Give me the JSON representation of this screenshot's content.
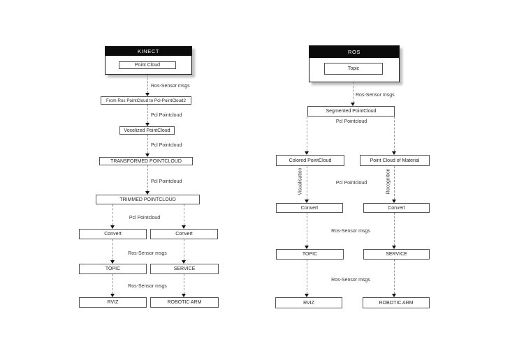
{
  "colors": {
    "header_bg": "#0b0b0b",
    "header_text": "#ffffff",
    "box_border": "#555555",
    "dash_line": "#979797",
    "arrowhead": "#111111",
    "text": "#262626",
    "shadow": "#bfbfbf",
    "background": "#ffffff"
  },
  "left": {
    "source_title": "KINECT",
    "source_port": "Point Cloud",
    "edges": {
      "e1": "Ros-Sensor msgs",
      "e2": "Pcl Pointcloud",
      "e3": "Pcl Pointcloud",
      "e4": "Pcl Pointcloud",
      "e5": "Pcl Pointcloud",
      "e6": "Ros-Sensor msgs",
      "e7": "Ros-Sensor msgs"
    },
    "nodes": {
      "convert_from_ros": "From Ros PointCloud to Pcl-PointCloud2",
      "voxelized": "Voxelized PointCloud",
      "transformed": "TRANSFORMED POINTCLOUD",
      "trimmed": "TRIMMED POINTCLOUD",
      "convert_a": "Convert",
      "convert_b": "Convert",
      "topic": "TOPIC",
      "service": "SERVICE",
      "rviz": "RVIZ",
      "robotic_arm": "ROBOTIC ARM"
    }
  },
  "right": {
    "source_title": "ROS",
    "source_port": "Topic",
    "edges": {
      "e1": "Ros-Sensor msgs",
      "e2": "Pcl Pointcloud",
      "e3_left": "Visualisation",
      "e3_mid": "Pcl Pointcloud",
      "e3_right": "Recognition",
      "e4": "Ros-Sensor msgs",
      "e5": "Ros-Sensor msgs"
    },
    "nodes": {
      "segmented": "Segmented PointCloud",
      "colored": "Colored PointCloud",
      "material": "Point Cloud of Material",
      "convert_a": "Convert",
      "convert_b": "Convert",
      "topic": "TOPIC",
      "service": "SERVICE",
      "rviz": "RVIZ",
      "robotic_arm": "ROBOTIC ARM"
    }
  }
}
